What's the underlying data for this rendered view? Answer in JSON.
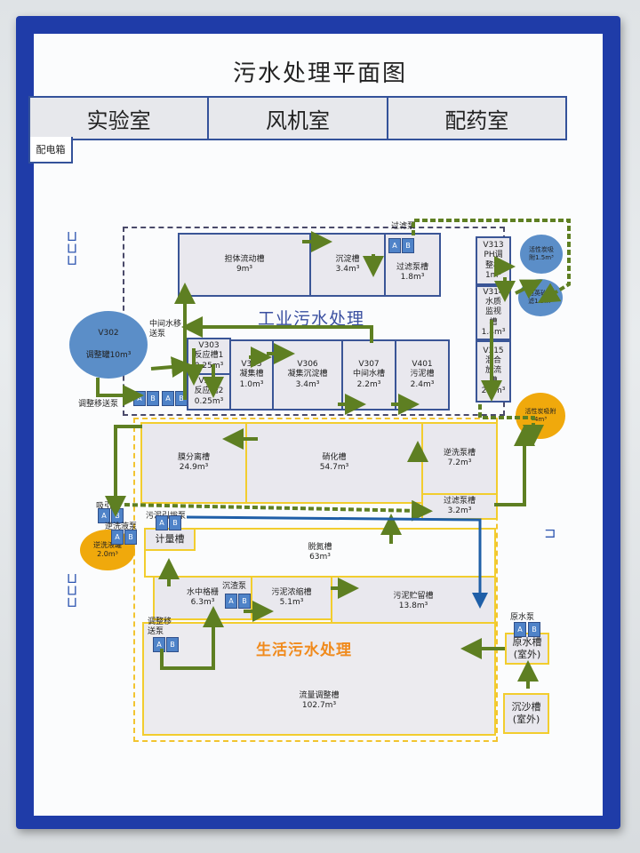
{
  "title": "污水处理平面图",
  "rooms": [
    "实验室",
    "风机室",
    "配药室"
  ],
  "electric_box": "配电箱",
  "industrial": {
    "label": "工业污水处理",
    "tanks": {
      "t1": {
        "name": "担体流动槽",
        "vol": "9m³"
      },
      "t2": {
        "name": "沉淀槽",
        "vol": "3.4m³"
      },
      "t3": {
        "name": "过滤泵槽",
        "vol": "1.8m³"
      },
      "t_v303": {
        "name": "V303\n反应槽1",
        "vol": "0.25m³"
      },
      "t_v304": {
        "name": "V304\n反应槽2",
        "vol": "0.25m³"
      },
      "t_v305": {
        "name": "V305\n凝集槽",
        "vol": "1.0m³"
      },
      "t_v306": {
        "name": "V306\n凝集沉淀槽",
        "vol": "3.4m³"
      },
      "t_v307": {
        "name": "V307\n中间水槽",
        "vol": "2.2m³"
      },
      "t_v401": {
        "name": "V401\n污泥槽",
        "vol": "2.4m³"
      },
      "t_v313": {
        "name": "V313\nPH调\n整槽",
        "vol": "1m³"
      },
      "t_v314": {
        "name": "V314\n水质\n监视\n槽",
        "vol": "1.4m³"
      },
      "t_v315": {
        "name": "V315\n混合\n放流\n槽",
        "vol": "2.7m³"
      }
    },
    "v302": {
      "name": "V302",
      "desc": "调整罐10m³"
    },
    "carbon_filter": "活性炭吸\n附1.5m³",
    "sand_filter": "石英砂过\n滤1.5m³",
    "transfer_pump": "中间水移\n送泵",
    "adjust_pump": "调整移送泵",
    "filter_pump": "过滤泵"
  },
  "domestic": {
    "label": "生活污水处理",
    "tanks": {
      "membrane": {
        "name": "膜分离槽",
        "vol": "24.9m³"
      },
      "nitrif": {
        "name": "硝化槽",
        "vol": "54.7m³"
      },
      "backwash": {
        "name": "逆洗泵槽",
        "vol": "7.2m³"
      },
      "filterpump": {
        "name": "过滤泵槽",
        "vol": "3.2m³"
      },
      "meter": {
        "name": "计量槽",
        "vol": ""
      },
      "denitrif": {
        "name": "脱氮槽",
        "vol": "63m³"
      },
      "screen": {
        "name": "水中格栅",
        "vol": "6.3m³"
      },
      "thick": {
        "name": "污泥浓缩槽",
        "vol": "5.1m³"
      },
      "storage": {
        "name": "污泥贮留槽",
        "vol": "13.8m³"
      },
      "flow": {
        "name": "流量调整槽",
        "vol": "102.7m³"
      },
      "raw": {
        "name": "原水槽\n(室外)",
        "vol": ""
      },
      "grit": {
        "name": "沉沙槽\n(室外)",
        "vol": ""
      }
    },
    "carbon_adsorb": "活性炭吸附\n4m³",
    "backwash_tank": "逆洗液罐\n2.0m³",
    "pumps": {
      "suction": "吸引泵",
      "sludge_draw": "污泥引拔泵",
      "backwash": "逆洗液泵",
      "sludge_filter": "沉渣泵",
      "adjust": "调整移\n送泵",
      "raw": "原水泵"
    }
  },
  "colors": {
    "frame": "#1f3ca8",
    "industrial_border": "#3a5596",
    "domestic_border": "#f2cd2e",
    "arrow_green": "#5e7f22",
    "circle_blue": "#5b8ec8",
    "circle_orange": "#f0a90c",
    "section_domestic": "#f08a1c"
  }
}
